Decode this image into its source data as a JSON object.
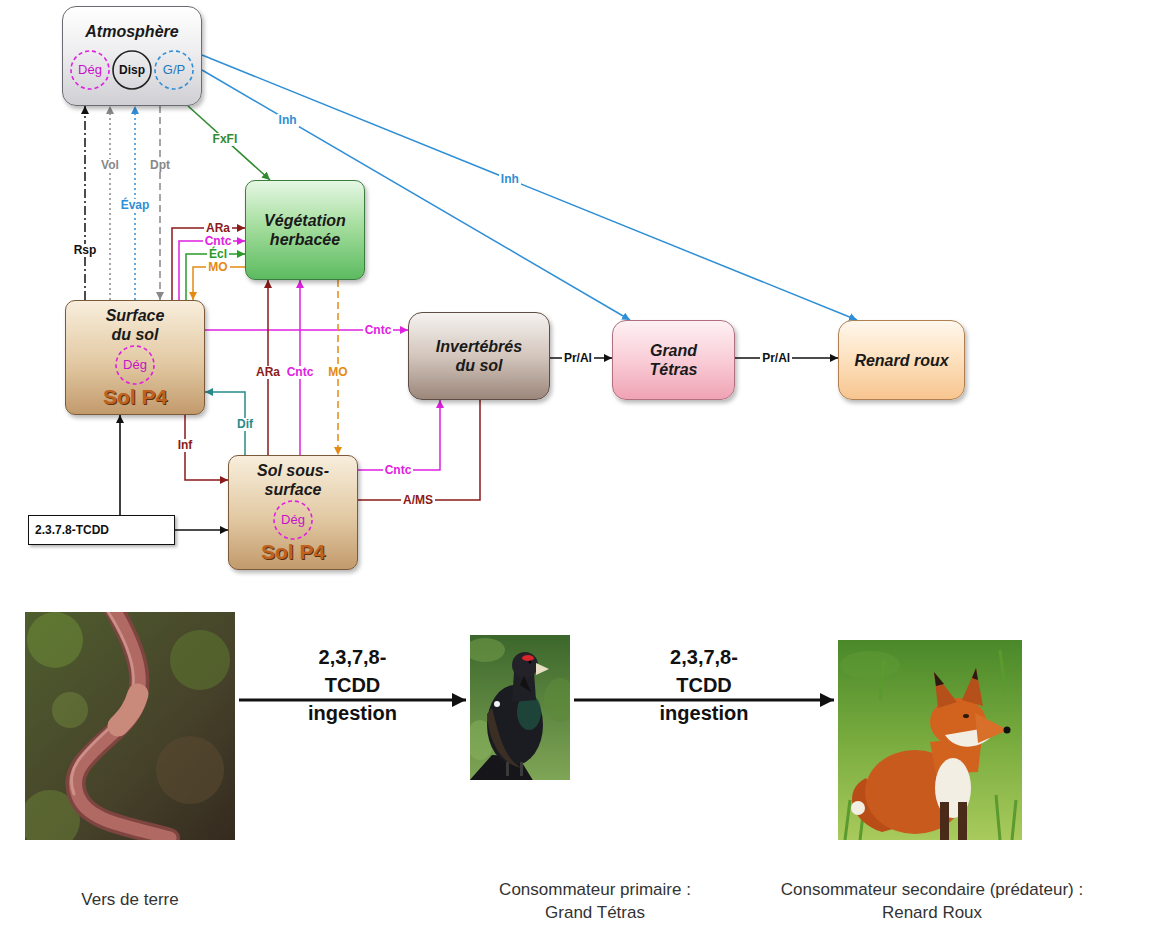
{
  "diagram": {
    "nodes": [
      {
        "text": [
          "Atmosphère"
        ]
      },
      {
        "text": [
          "Dég"
        ],
        "in": 0
      },
      {
        "text": [
          "Disp"
        ],
        "in": 0
      },
      {
        "text": [
          "G/P"
        ],
        "in": 0
      },
      {
        "text": [
          "Végétation herbacée"
        ]
      },
      {
        "text": [
          "Surface du sol",
          "Sol P4"
        ]
      },
      {
        "text": [
          "Dég"
        ],
        "in": 5
      },
      {
        "text": [
          "Invertébrés du sol"
        ]
      },
      {
        "text": [
          "Grand Tétras"
        ]
      },
      {
        "text": [
          "Renard roux"
        ]
      },
      {
        "text": [
          "Sol sous-surface",
          "Sol P4"
        ]
      },
      {
        "text": [
          "Dég"
        ],
        "in": 10
      },
      {
        "text": [
          "2.3.7.8-TCDD"
        ]
      },
      {
        "text": [
          "Vers de terre"
        ]
      },
      {
        "text": [
          "Consommateur primaire : Grand Tétras"
        ]
      },
      {
        "text": [
          "Consommateur secondaire (prédateur) : Renard Roux"
        ]
      }
    ],
    "edges": [
      {
        "from": 5,
        "to": 0,
        "label": "Rsp",
        "arrow": "to"
      },
      {
        "from": 5,
        "to": 0,
        "label": "Vol",
        "arrow": "to"
      },
      {
        "from": 5,
        "to": 0,
        "label": "Évap",
        "arrow": "to"
      },
      {
        "from": 0,
        "to": 5,
        "label": "Dpt",
        "arrow": "to"
      },
      {
        "from": 0,
        "to": 4,
        "label": "FxFl",
        "arrow": "to"
      },
      {
        "from": 0,
        "to": 8,
        "label": "Inh",
        "arrow": "to"
      },
      {
        "from": 0,
        "to": 9,
        "label": "Inh",
        "arrow": "to"
      },
      {
        "from": 5,
        "to": 4,
        "label": "ARa",
        "arrow": "to"
      },
      {
        "from": 5,
        "to": 4,
        "label": "Cntc",
        "arrow": "to"
      },
      {
        "from": 5,
        "to": 4,
        "label": "Écl",
        "arrow": "to"
      },
      {
        "from": 4,
        "to": 5,
        "label": "MO",
        "arrow": "to"
      },
      {
        "from": 5,
        "to": 7,
        "label": "Cntc",
        "arrow": "to"
      },
      {
        "from": 10,
        "to": 4,
        "label": "ARa",
        "arrow": "to"
      },
      {
        "from": 10,
        "to": 4,
        "label": "Cntc",
        "arrow": "to"
      },
      {
        "from": 4,
        "to": 10,
        "label": "MO",
        "arrow": "to"
      },
      {
        "from": 5,
        "to": 10,
        "label": "Inf",
        "arrow": "to"
      },
      {
        "from": 10,
        "to": 5,
        "label": "Dif",
        "arrow": "to"
      },
      {
        "from": 10,
        "to": 7,
        "label": "Cntc",
        "arrow": "to"
      },
      {
        "from": 10,
        "to": 7,
        "label": "A/MS",
        "arrow": "none"
      },
      {
        "from": 7,
        "to": 8,
        "label": "Pr/Al",
        "arrow": "to"
      },
      {
        "from": 8,
        "to": 9,
        "label": "Pr/Al",
        "arrow": "to"
      },
      {
        "from": 12,
        "to": 5,
        "arrow": "to"
      },
      {
        "from": 12,
        "to": 10,
        "arrow": "to"
      },
      {
        "from": 13,
        "to": 14,
        "label": "2,3,7,8- TCDD ingestion",
        "arrow": "to"
      },
      {
        "from": 14,
        "to": 15,
        "label": "2,3,7,8- TCDD ingestion",
        "arrow": "to"
      }
    ]
  }
}
